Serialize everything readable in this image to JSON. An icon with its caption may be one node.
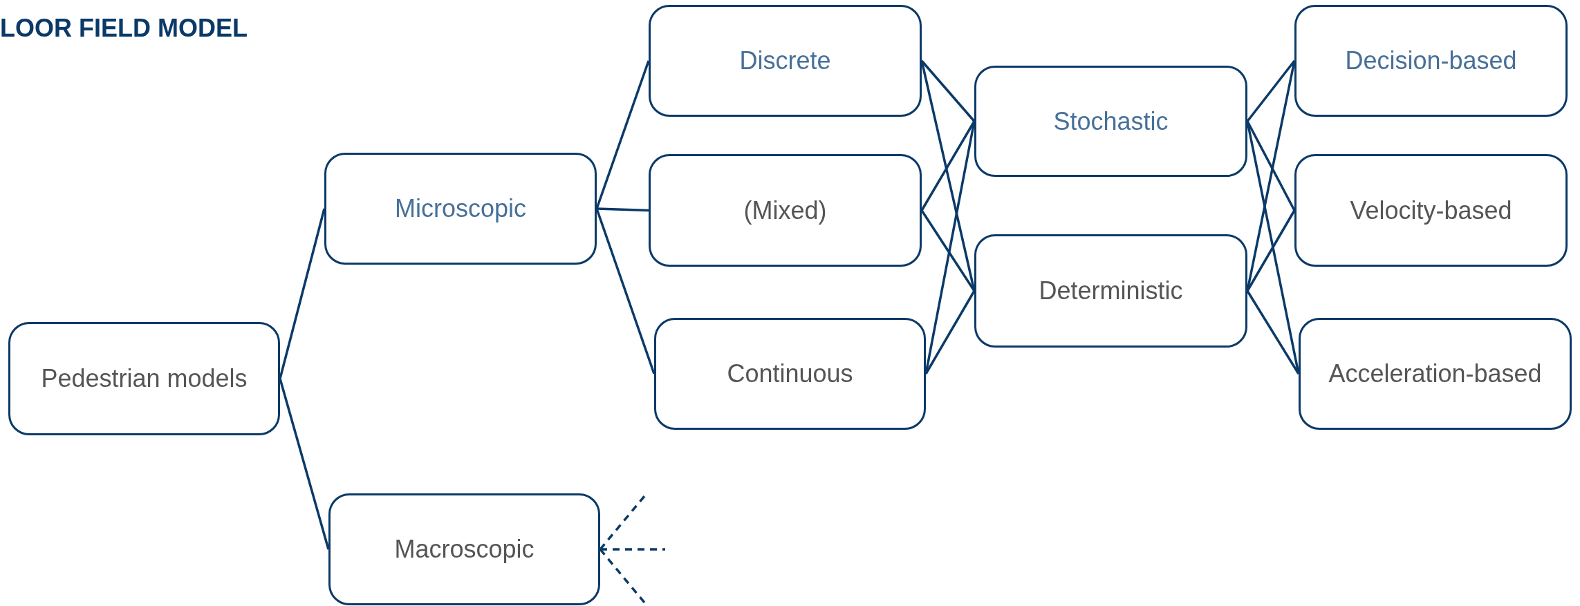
{
  "diagram": {
    "title": "LOOR FIELD MODEL",
    "nodes": [
      {
        "text": [
          "Pedestrian models"
        ]
      },
      {
        "text": [
          "Microscopic"
        ]
      },
      {
        "text": [
          "Macroscopic"
        ]
      },
      {
        "text": [
          "Discrete"
        ]
      },
      {
        "text": [
          "(Mixed)"
        ]
      },
      {
        "text": [
          "Continuous"
        ]
      },
      {
        "text": [
          "Stochastic"
        ]
      },
      {
        "text": [
          "Deterministic"
        ]
      },
      {
        "text": [
          "Decision-based"
        ]
      },
      {
        "text": [
          "Velocity-based"
        ]
      },
      {
        "text": [
          "Acceleration-based"
        ]
      }
    ],
    "edges": [
      {
        "from": 0,
        "to": 1,
        "arrow": "none"
      },
      {
        "from": 0,
        "to": 2,
        "arrow": "none"
      },
      {
        "from": 1,
        "to": 3,
        "arrow": "none"
      },
      {
        "from": 1,
        "to": 4,
        "arrow": "none"
      },
      {
        "from": 1,
        "to": 5,
        "arrow": "none"
      },
      {
        "from": 3,
        "to": 6,
        "arrow": "none"
      },
      {
        "from": 3,
        "to": 7,
        "arrow": "none"
      },
      {
        "from": 4,
        "to": 6,
        "arrow": "none"
      },
      {
        "from": 4,
        "to": 7,
        "arrow": "none"
      },
      {
        "from": 5,
        "to": 6,
        "arrow": "none"
      },
      {
        "from": 5,
        "to": 7,
        "arrow": "none"
      },
      {
        "from": 6,
        "to": 8,
        "arrow": "none"
      },
      {
        "from": 6,
        "to": 9,
        "arrow": "none"
      },
      {
        "from": 6,
        "to": 10,
        "arrow": "none"
      },
      {
        "from": 7,
        "to": 8,
        "arrow": "none"
      },
      {
        "from": 7,
        "to": 9,
        "arrow": "none"
      },
      {
        "from": 7,
        "to": 10,
        "arrow": "none"
      },
      {
        "from": 2,
        "to": null,
        "arrow": "none",
        "style": "dashed"
      },
      {
        "from": 2,
        "to": null,
        "arrow": "none",
        "style": "dashed"
      },
      {
        "from": 2,
        "to": null,
        "arrow": "none",
        "style": "dashed"
      }
    ]
  }
}
